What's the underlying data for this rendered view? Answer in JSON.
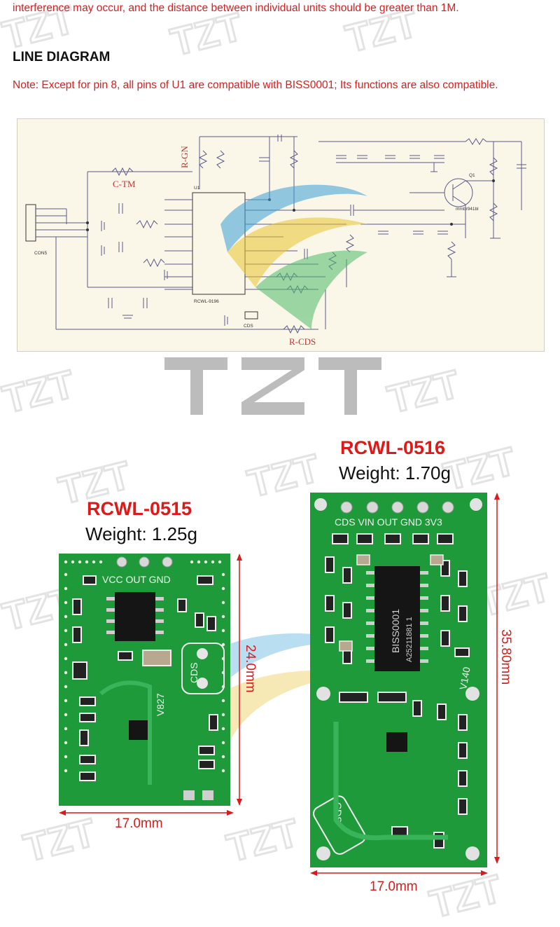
{
  "intro": {
    "text": "interference may occur, and the distance between individual units should be greater than 1M."
  },
  "line_diagram": {
    "heading": "LINE DIAGRAM",
    "note": "Note: Except for pin 8, all pins of U1 are compatible with BISS0001; Its functions are also compatible."
  },
  "schematic": {
    "labels": {
      "r_gn": "R-GN",
      "c_tm": "C-TM",
      "r_cds": "R-CDS",
      "u1": "U1",
      "u1_part": "RCWL-9196",
      "connector": "CON5",
      "transistor": "Q1",
      "transistor_part": "mmbr941bl",
      "cds": "CDS"
    }
  },
  "watermark": {
    "brand": "TZT"
  },
  "modules": {
    "left": {
      "name": "RCWL-0515",
      "weight": "Weight: 1.25g",
      "width_dim": "17.0mm",
      "height_dim": "24.0mm",
      "pins": "VCC OUT GND",
      "board_text": "V827",
      "cds_text": "CDS"
    },
    "right": {
      "name": "RCWL-0516",
      "weight": "Weight: 1.70g",
      "width_dim": "17.0mm",
      "height_dim": "35.80mm",
      "pins": "CDS VIN OUT GND 3V3",
      "board_text": "V140",
      "chip_text": "BISS0001",
      "chip_code": "A25211881 1",
      "cds_text": "CDS"
    }
  },
  "colors": {
    "red": "#d81e1e",
    "pcb_green": "#1e9a3a",
    "watermark_gray": "#bcbcbc"
  }
}
